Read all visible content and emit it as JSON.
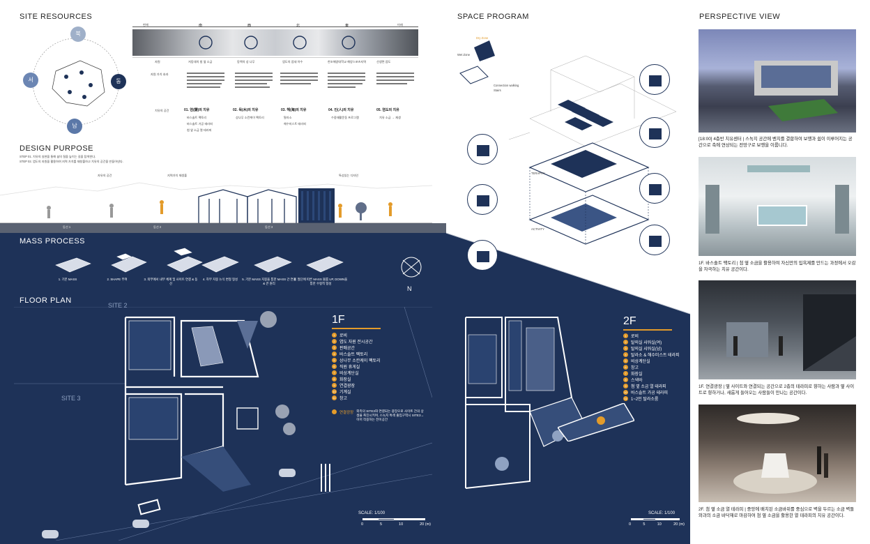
{
  "sections": {
    "site_resources": "SITE RESOURCES",
    "design_purpose": "DESIGN PURPOSE",
    "mass_process": "MASS PROCESS",
    "floor_plan": "FLOOR PLAN",
    "space_program": "SPACE PROGRAM",
    "perspective_view": "PERSPECTIVE VIEW"
  },
  "compass": {
    "north": "북",
    "east": "동",
    "south": "남",
    "west": "서"
  },
  "timeline": {
    "start": "현재",
    "end": "미래",
    "directions": [
      "南",
      "西",
      "北",
      "東"
    ],
    "row_labels": [
      "자원",
      "자원 가치 효과",
      "치유의 공간"
    ],
    "resources": [
      "자원",
      "저동대의 첨 옆 소금",
      "동백의 성 나무",
      "염도의 염새 아수",
      "한조해양대학교 해양스포츠지역",
      "선생면 염도"
    ],
    "cures": [
      "01. 염(鹽)의 치유",
      "02. 목(木)의 치유",
      "03. 해(海)의 치유",
      "04. 인(人)의 치유",
      "05. 염도의 치유"
    ],
    "cure_items": [
      [
        "바스솔트 팩토리",
        "바스솔트 가공 테라피",
        "첨 옆 소금 열 테라피"
      ],
      [
        "상나무 소칸케이 팩토리"
      ],
      [
        "탈라소",
        "해수미스트 테라피"
      ],
      [
        "수중재활운동 프로그램"
      ],
      [
        "치유 소금 → 재생"
      ]
    ]
  },
  "design_purpose": {
    "step1": "STEP 01. 치유의 실현을 통해 삶의 질을 높이는 길을 탐색한다.",
    "step2": "STEP 02. 염도의 자원을 활용하여 지역 가치를 재창출하고 치유의 공간을 만들어낸다.",
    "annotations": [
      "자유의 공간",
      "지역가치 재생출",
      "특성있는 디자인"
    ],
    "distances": [
      "동선 1",
      "동선 2",
      "동선 3"
    ]
  },
  "mass_steps": [
    "1. 기본 MASS",
    "2. SHAPE 부여",
    "3. 외부에서 내부 체계 및 사이트 연결 & 동선",
    "4. 하부 지붕 뉴식 변형 형성",
    "5. 기본 MASS 지붕을 통한 MASS 간 연결 & 큰 원리",
    "6. 절단에 따른 MASS 볼륨 UP, DOWN을 통한 수평적 형성"
  ],
  "floor_plan": {
    "site2": "SITE 2",
    "site3": "SITE 3",
    "f1_label": "1F",
    "f1_rooms": [
      "로비",
      "염도 자원 전시공간",
      "판매공간",
      "바스솔트 팩토리",
      "상나무 소칸케이 팩토리",
      "직원 휴게실",
      "비상계단실",
      "화장실",
      "연결광장",
      "기계실",
      "창고"
    ],
    "f1_note_label": "연결광장",
    "f1_note": "외측의 SITE3와 연결되는 광장으로 사이트 간의 상생을 촉진시키며, 스녹지 특색 출입구역시 SITE3→이어 작용하는 전이공간",
    "f2_label": "2F",
    "f2_rooms": [
      "로비",
      "탈의실 샤워실(여)",
      "탈의실 샤워실(남)",
      "탈라소 & 해수미스트 테라피",
      "비상계단실",
      "창고",
      "화장실",
      "스낵바",
      "첨 옆 소금 열 테라피",
      "바스솔트 가공 테라피",
      "1~2인 탈라소룸"
    ],
    "scale": "SCALE: 1/100",
    "scale_ticks": [
      "0",
      "5",
      "10",
      "20 (m)"
    ]
  },
  "space_program": {
    "dry_zone": "Dry Zone",
    "wet_zone": "Wet Zone",
    "legend": [
      "Connection walking",
      "Stairs"
    ],
    "floor_labels": [
      "TERAPHY",
      "ACTIVITY"
    ]
  },
  "perspectives": [
    {
      "caption": "[18:00] 4층반 치유센터 | 스녹지 공간에 벤치를 결합하여 보행과 쉼이 이루어지는 공간으로 축에 연상되는 전망구로 보행을 이룹니다."
    },
    {
      "caption": "1F. 바스솔트 팩토리 | 첨 옆 소금을 활용하여 자신만의 입욕제를 만드는 과정에서 오감을 자극하는 치유 공간이다."
    },
    {
      "caption": "1F. 연결광장 | 옆 사이트와 연결되는 공간으로 2층의 테라피로 향하는 사람과 옆 사이트로 향하거나, 새롭게 들어오는 사람들이 만나는 공간이다."
    },
    {
      "caption": "2F. 첨 옆 소금 열 테라피 | 중앙에 배치된 소금바위를 중심으로 벽을 두르는 소금 벽돌 와과의 소금 바닥재로 마감하여 첨 옆 소금을 활용한 열 테라피의 치유 공간이다."
    }
  ],
  "colors": {
    "navy": "#1e3258",
    "accent": "#e39b2a",
    "light_navy": "#2c4878"
  }
}
